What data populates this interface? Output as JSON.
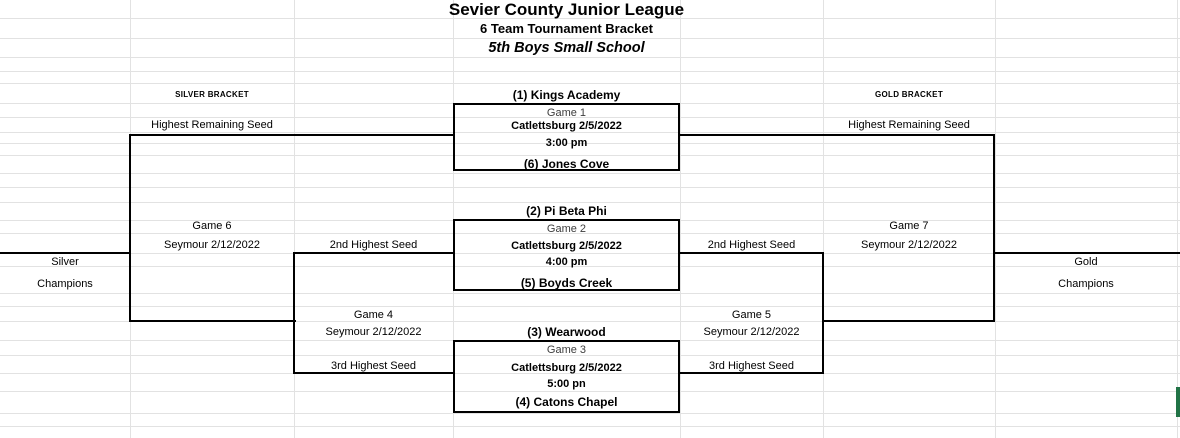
{
  "title": {
    "line1": "Sevier County Junior League",
    "line2": "6 Team Tournament Bracket",
    "line3": "5th Boys Small School"
  },
  "games": [
    {
      "label": "Game 1",
      "top_team": "(1) Kings Academy",
      "location": "Catlettsburg 2/5/2022",
      "time": "3:00 pm",
      "bottom_team": "(6) Jones Cove"
    },
    {
      "label": "Game 2",
      "top_team": "(2) Pi Beta Phi",
      "location": "Catlettsburg 2/5/2022",
      "time": "4:00 pm",
      "bottom_team": "(5) Boyds Creek"
    },
    {
      "label": "Game 3",
      "top_team": "(3) Wearwood",
      "location": "Catlettsburg 2/5/2022",
      "time": "5:00 pn",
      "bottom_team": "(4) Catons Chapel"
    }
  ],
  "silver_bracket": {
    "header": "SILVER BRACKET",
    "seed1": "Highest Remaining Seed",
    "seed2": "2nd Highest Seed",
    "seed3": "3rd Highest Seed",
    "semifinal_label": "Game 4",
    "semifinal_date": "Seymour 2/12/2022",
    "final_label": "Game 6",
    "final_date": "Seymour 2/12/2022",
    "champion_line1": "Silver",
    "champion_line2": "Champions"
  },
  "gold_bracket": {
    "header": "GOLD BRACKET",
    "seed1": "Highest Remaining Seed",
    "seed2": "2nd Highest Seed",
    "seed3": "3rd Highest Seed",
    "semifinal_label": "Game 5",
    "semifinal_date": "Seymour 2/12/2022",
    "final_label": "Game 7",
    "final_date": "Seymour 2/12/2022",
    "champion_line1": "Gold",
    "champion_line2": "Champions"
  },
  "colors": {
    "selection_green": "#217346",
    "gridline": "#e2e2e2",
    "bracket_line": "#000000"
  }
}
